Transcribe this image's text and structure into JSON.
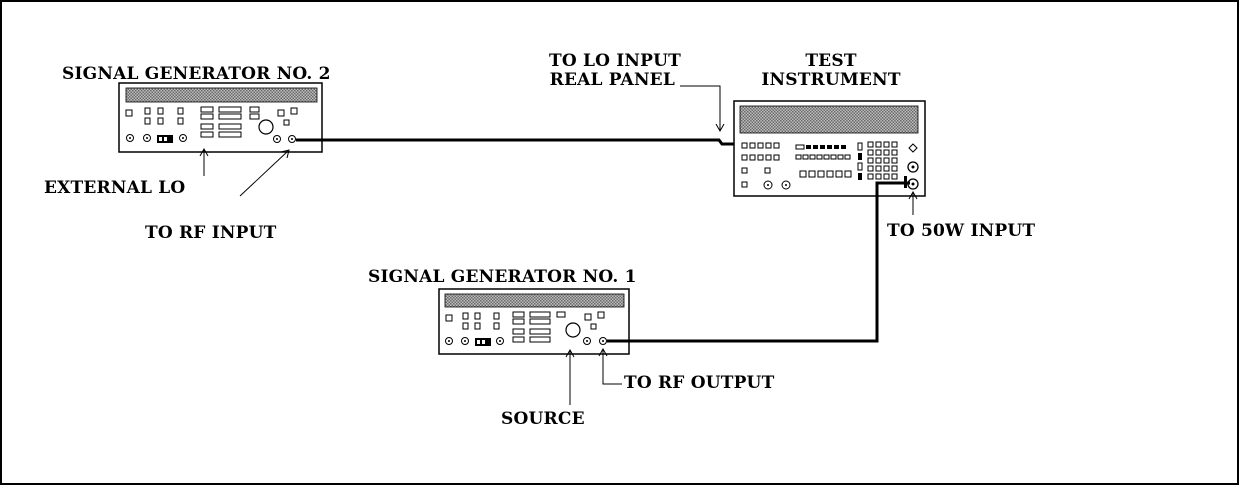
{
  "labels": {
    "sig_gen_2": "SIGNAL GENERATOR NO. 2",
    "to_lo_input_line1": "TO LO INPUT",
    "to_lo_input_line2": "REAL PANEL",
    "test_instrument_line1": "TEST",
    "test_instrument_line2": "INSTRUMENT",
    "external_lo": "EXTERNAL LO",
    "to_rf_input": "TO RF INPUT",
    "to_50w_input": "TO 50W INPUT",
    "sig_gen_1": "SIGNAL GENERATOR NO. 1",
    "to_rf_output": "TO RF OUTPUT",
    "source": "SOURCE"
  },
  "colors": {
    "border": "#000000",
    "line": "#000000",
    "panel_fill": "#ffffff",
    "display_hatch": "#8a8a8a"
  },
  "icons": [
    "signal-generator-icon",
    "test-instrument-icon",
    "arrow-up-icon",
    "arrow-down-icon"
  ]
}
